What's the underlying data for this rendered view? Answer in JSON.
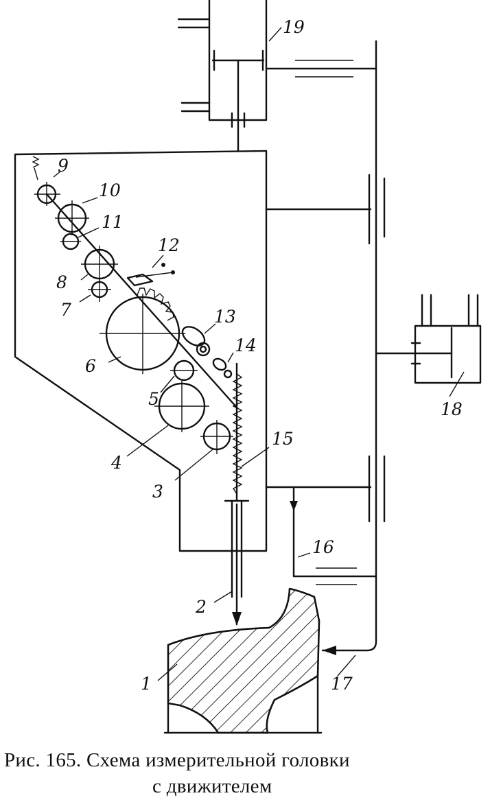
{
  "figure": {
    "labels": {
      "l1": "1",
      "l2": "2",
      "l3": "3",
      "l4": "4",
      "l5": "5",
      "l6": "6",
      "l7": "7",
      "l8": "8",
      "l9": "9",
      "l10": "10",
      "l11": "11",
      "l12": "12",
      "l13": "13",
      "l14": "14",
      "l15": "15",
      "l16": "16",
      "l17": "17",
      "l18": "18",
      "l19": "19"
    },
    "caption_line1": "Рис. 165.  Схема измерительной головки",
    "caption_line2": "с движителем"
  }
}
